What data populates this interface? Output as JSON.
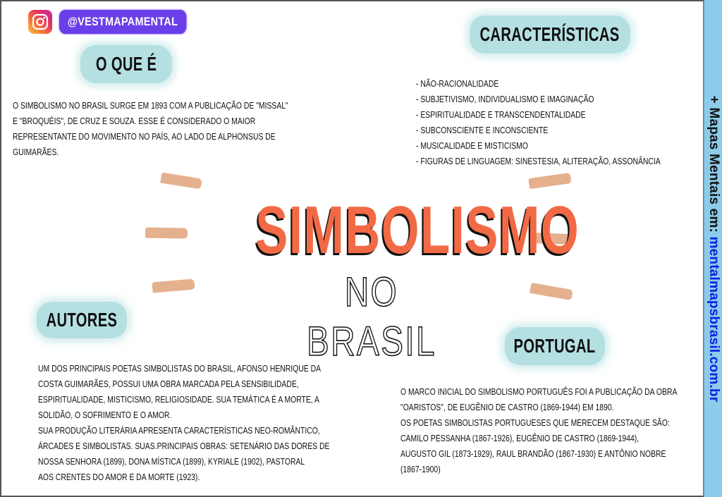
{
  "social": {
    "icon": "instagram-icon",
    "handle": "@VESTMAPAMENTAL"
  },
  "title": {
    "main": "SIMBOLISMO",
    "sub": "NO BRASIL"
  },
  "sections": {
    "o_que_e": {
      "heading": "O QUE É",
      "lines": [
        "O SIMBOLISMO NO BRASIL SURGE EM 1893 COM A PUBLICAÇÃO DE \"MISSAL\"",
        "E \"BROQUÉIS\", DE CRUZ E SOUZA. ESSE É CONSIDERADO O MAIOR",
        "REPRESENTANTE DO MOVIMENTO NO PAÍS, AO LADO DE ALPHONSUS DE",
        "GUIMARÃES."
      ]
    },
    "caracteristicas": {
      "heading": "CARACTERÍSTICAS",
      "items": [
        "- NÃO-RACIONALIDADE",
        "- SUBJETIVISMO, INDIVIDUALISMO E IMAGINAÇÃO",
        "- ESPIRITUALIDADE E TRANSCENDENTALIDADE",
        "- SUBCONSCIENTE E INCONSCIENTE",
        "- MUSICALIDADE E MISTICISMO",
        "- FIGURAS DE LINGUAGEM: SINESTESIA, ALITERAÇÃO, ASSONÂNCIA"
      ]
    },
    "autores": {
      "heading": "AUTORES",
      "lines": [
        "UM DOS PRINCIPAIS POETAS SIMBOLISTAS DO BRASIL, AFONSO HENRIQUE DA",
        "COSTA GUIMARÃES, POSSUI UMA OBRA MARCADA PELA SENSIBILIDADE,",
        "ESPIRITUALIDADE, MISTICISMO, RELIGIOSIDADE. SUA TEMÁTICA É A MORTE, A",
        "SOLIDÃO, O SOFRIMENTO E O AMOR.",
        "SUA PRODUÇÃO LITERÁRIA APRESENTA CARACTERÍSTICAS NEO-ROMÂNTICO,",
        "ÁRCADES E SIMBOLISTAS. SUAS.PRINCIPAIS OBRAS: SETENÁRIO DAS DORES DE",
        "NOSSA SENHORA (1899), DONA MÍSTICA (1899), KYRIALE (1902), PASTORAL",
        "AOS CRENTES DO AMOR E DA MORTE (1923)."
      ]
    },
    "portugal": {
      "heading": "PORTUGAL",
      "lines": [
        "O MARCO INICIAL DO SIMBOLISMO PORTUGUÊS FOI A PUBLICAÇÃO DA OBRA",
        "\"OARISTOS\", DE EUGÊNIO DE CASTRO (1869-1944) EM 1890.",
        "OS POETAS SIMBOLISTAS PORTUGUESES QUE MERECEM DESTAQUE SÃO:",
        "CAMILO PESSANHA (1867-1926), EUGÊNIO DE CASTRO (1869-1944),",
        "AUGUSTO GIL (1873-1929), RAUL BRANDÃO (1867-1930) E ANTÔNIO NOBRE",
        "(1867-1900)"
      ]
    }
  },
  "sidebar": {
    "prefix": "+ Mapas Mentais em: ",
    "link": "mentalmapsbrasil.com.br"
  },
  "colors": {
    "title_accent": "#f26a45",
    "pill_bg": "#b5e0e2",
    "handle_bg": "#6b3fe8",
    "brush_stroke": "#e4ac88",
    "sidebar_bg": "#8ccbe9",
    "link": "#0a1ee6"
  }
}
